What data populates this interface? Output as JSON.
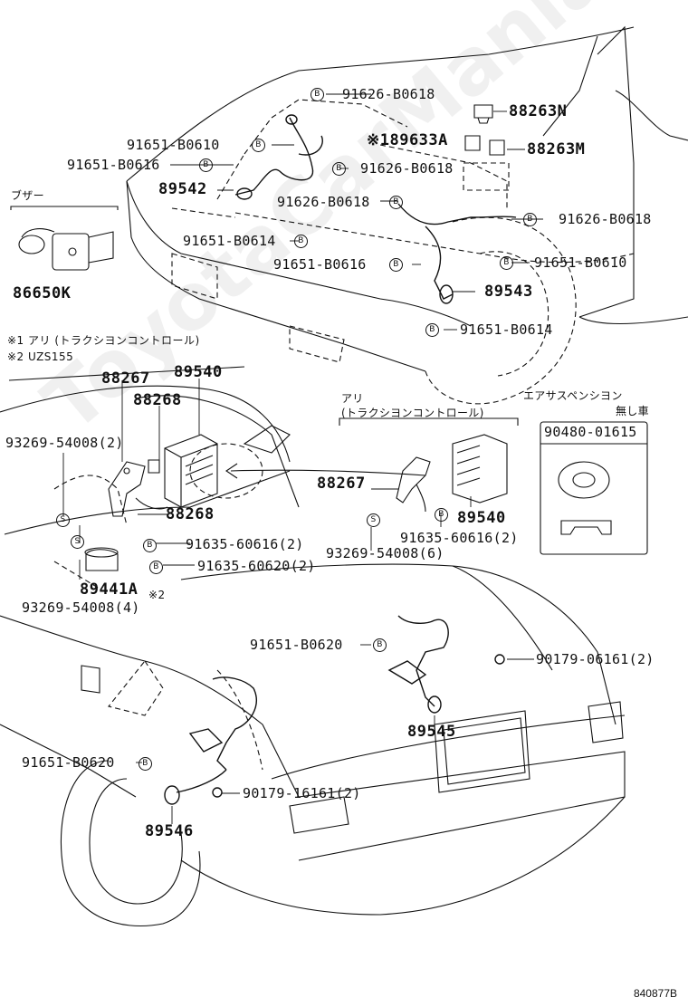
{
  "labels": {
    "p91626_b0618_top": "91626-B0618",
    "p88263n": "88263N",
    "p91651_b0610_left": "91651-B0610",
    "p89633a": "※189633A",
    "p88263m": "88263M",
    "p91651_b0616_left": "91651-B0616",
    "p91626_b0618_mid": "91626-B0618",
    "p89542": "89542",
    "p91626_b0618_center": "91626-B0618",
    "p91626_b0618_right": "91626-B0618",
    "buzzer": "ブザー",
    "p91651_b0614_left": "91651-B0614",
    "p91651_b0616_center": "91651-B0616",
    "p91651_b0610_right": "91651-B0610",
    "p86650k": "86650K",
    "p89543": "89543",
    "p91651_b0614_right": "91651-B0614",
    "note1": "※1 アリ (トラクシヨンコントロール)",
    "note2": "※2 UZS155",
    "p88267_left": "88267",
    "p89540_left": "89540",
    "p88268_top": "88268",
    "air_susp": "エアサスペンシヨン",
    "without": "無し車",
    "with_traction": "アリ",
    "traction_control": "(トラクシヨンコントロール)",
    "p93269_2": "93269-54008(2)",
    "p90480": "90480-01615",
    "p88267_right": "88267",
    "p88268_bottom": "88268",
    "p89540_right": "89540",
    "p91635_60616_left": "91635-60616(2)",
    "p91635_60616_right": "91635-60616(2)",
    "p93269_6": "93269-54008(6)",
    "p91635_60620": "91635-60620(2)",
    "p89441a": "89441A",
    "note2_mark": "※2",
    "p93269_4": "93269-54008(4)",
    "p91651_b0620_mid": "91651-B0620",
    "p90179_06161": "90179-06161(2)",
    "p89545": "89545",
    "p91651_b0620_left": "91651-B0620",
    "p90179_16161": "90179-16161(2)",
    "p89546": "89546",
    "ref": "840877B",
    "watermark": "ToyotaCarMania",
    "mark_b": "B",
    "mark_s": "S"
  }
}
